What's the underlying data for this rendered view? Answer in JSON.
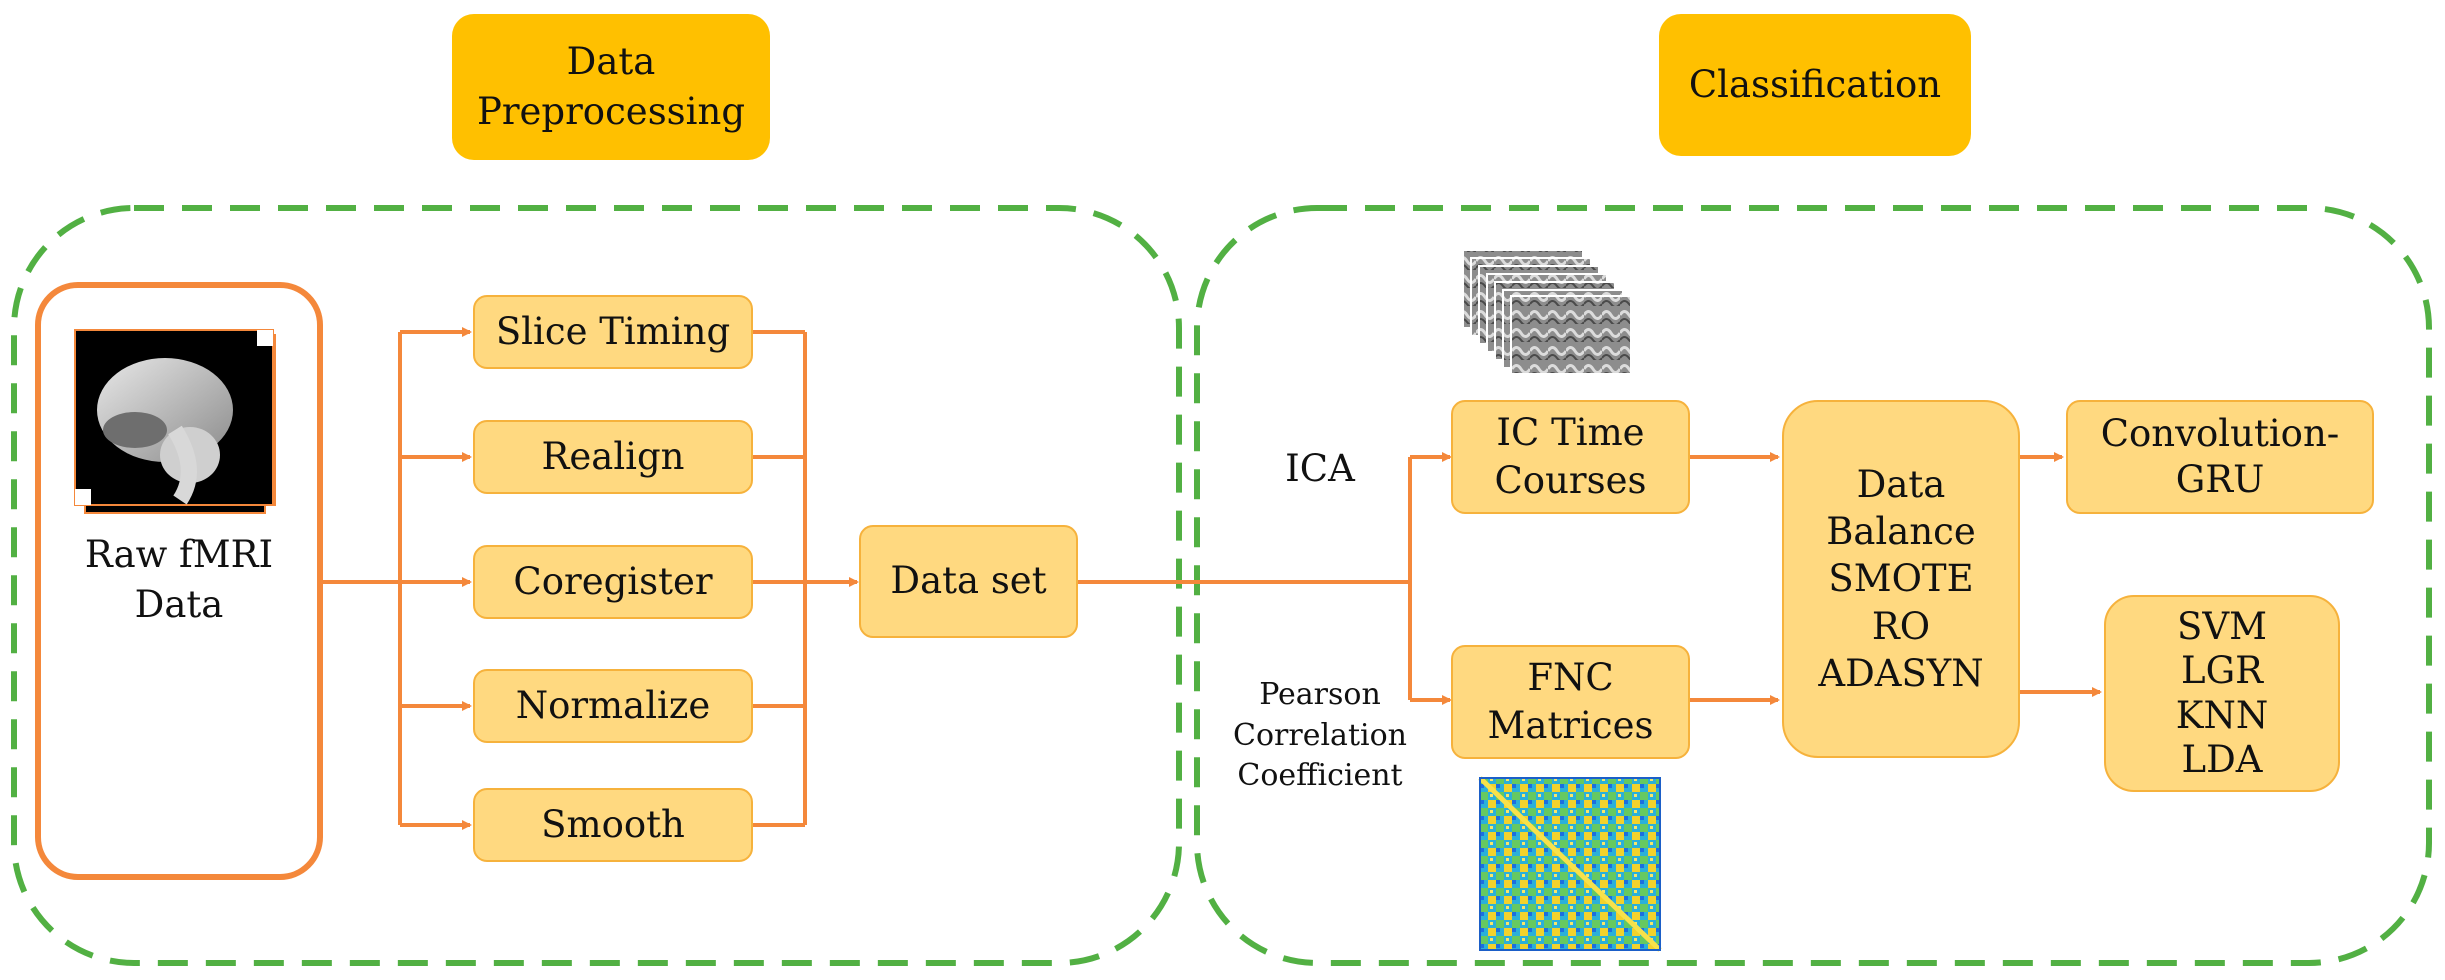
{
  "colors": {
    "header_fill": "#FFC000",
    "step_fill": "#FFD980",
    "step_border": "#F6B23C",
    "arrow": "#F4883B",
    "dashed_region": "#52B043",
    "raw_data_border": "#F4883B"
  },
  "headers": {
    "preprocessing": "Data\nPreprocessing",
    "classification": "Classification"
  },
  "raw_data": {
    "label": "Raw fMRI\nData",
    "image_icon": "brain-mri-slices-icon"
  },
  "preprocessing_steps": [
    "Slice Timing",
    "Realign",
    "Coregister",
    "Normalize",
    "Smooth"
  ],
  "dataset": "Data set",
  "feature_methods": {
    "ica": "ICA",
    "pearson": "Pearson\nCorrelation\nCoefficient"
  },
  "features": {
    "ic_time_courses": "IC Time\nCourses",
    "fnc_matrices": "FNC\nMatrices",
    "ic_image_icon": "ic-time-course-stack-icon",
    "fnc_image_icon": "fnc-matrix-heatmap-icon"
  },
  "balance": "Data\nBalance\nSMOTE\nRO\nADASYN",
  "classifiers": {
    "deep": "Convolution-\nGRU",
    "classical": "SVM\nLGR\nKNN\nLDA"
  }
}
